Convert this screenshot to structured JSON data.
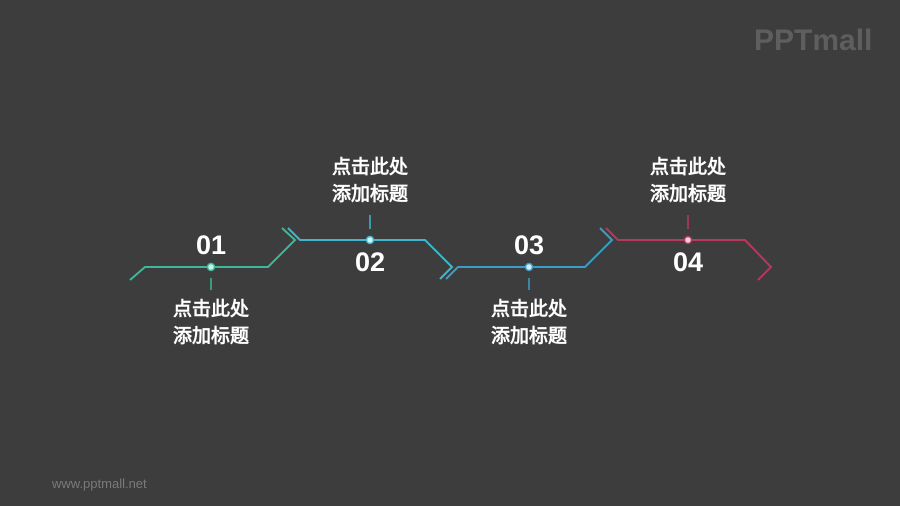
{
  "watermark": {
    "logo": "PPTmall",
    "url": "www.pptmall.net"
  },
  "steps": [
    {
      "number": "01",
      "line1": "点击此处",
      "line2": "添加标题",
      "color": "#3db89a",
      "label_position": "below"
    },
    {
      "number": "02",
      "line1": "点击此处",
      "line2": "添加标题",
      "color": "#3fb8cf",
      "label_position": "above"
    },
    {
      "number": "03",
      "line1": "点击此处",
      "line2": "添加标题",
      "color": "#3a9ec8",
      "label_position": "below"
    },
    {
      "number": "04",
      "line1": "点击此处",
      "line2": "添加标题",
      "color": "#b8385e",
      "label_position": "above"
    }
  ]
}
